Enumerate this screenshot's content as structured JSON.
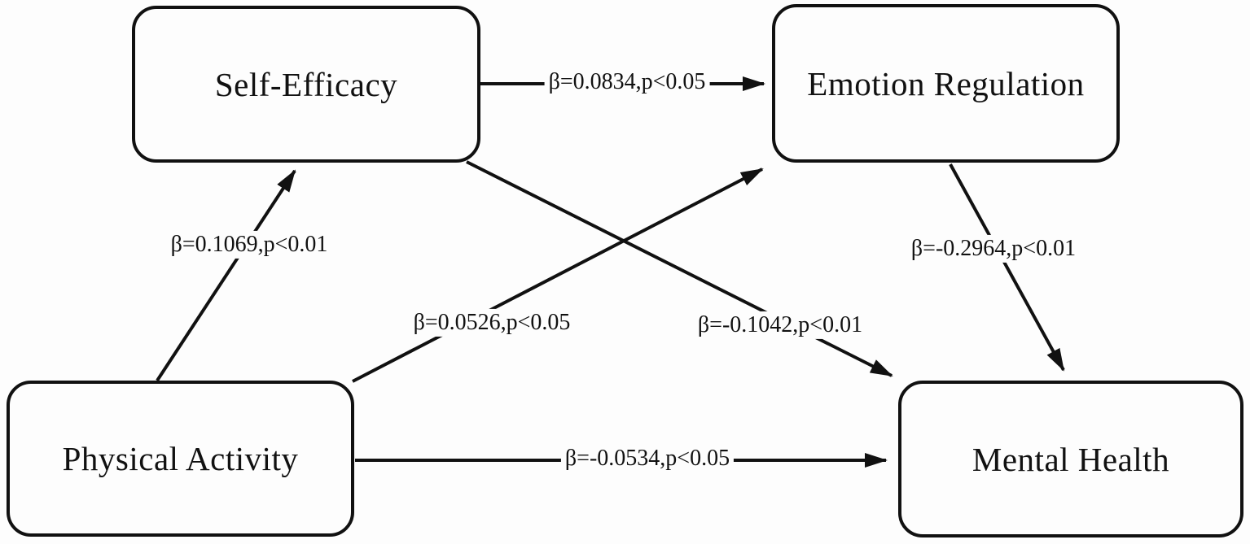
{
  "diagram": {
    "type": "path-model",
    "colors": {
      "stroke": "#111111",
      "background": "#fdfdfd",
      "text": "#111111"
    },
    "nodes": [
      {
        "id": "self_efficacy",
        "label": "Self-Efficacy"
      },
      {
        "id": "emotion_regulation",
        "label": "Emotion Regulation"
      },
      {
        "id": "physical_activity",
        "label": "Physical Activity"
      },
      {
        "id": "mental_health",
        "label": "Mental Health"
      }
    ],
    "edges": [
      {
        "from": "self_efficacy",
        "to": "emotion_regulation",
        "label": "β=0.0834,p<0.05"
      },
      {
        "from": "physical_activity",
        "to": "self_efficacy",
        "label": "β=0.1069,p<0.01"
      },
      {
        "from": "physical_activity",
        "to": "emotion_regulation",
        "label": "β=0.0526,p<0.05"
      },
      {
        "from": "self_efficacy",
        "to": "mental_health",
        "label": "β=-0.1042,p<0.01"
      },
      {
        "from": "emotion_regulation",
        "to": "mental_health",
        "label": "β=-0.2964,p<0.01"
      },
      {
        "from": "physical_activity",
        "to": "mental_health",
        "label": "β=-0.0534,p<0.05"
      }
    ]
  }
}
